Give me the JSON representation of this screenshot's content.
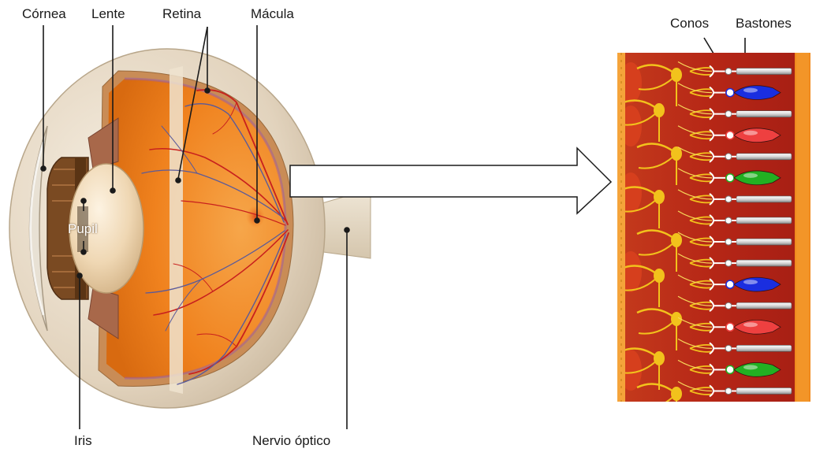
{
  "labels": {
    "cornea": "Córnea",
    "lente": "Lente",
    "retina": "Retina",
    "macula": "Mácula",
    "pupil": "Pupil",
    "iris": "Iris",
    "nervio": "Nervio óptico",
    "conos": "Conos",
    "bastones": "Bastones"
  },
  "colors": {
    "vitreous": "#f0821e",
    "retina_panel": "#b82818",
    "sclera": "#e6d9c6",
    "vessel_red": "#c8201e",
    "vessel_blue": "#5a5a9a",
    "nerve_yellow": "#f2c21c",
    "cone_blue": "#1a2ee0",
    "cone_red": "#ee4040",
    "cone_green": "#22b022",
    "rod": "#e6e6e6"
  },
  "retina_cells": [
    "rod",
    "cone-blue",
    "rod",
    "cone-red",
    "rod",
    "cone-green",
    "rod",
    "rod",
    "rod",
    "rod",
    "cone-blue",
    "rod",
    "cone-red",
    "rod",
    "cone-green",
    "rod"
  ]
}
